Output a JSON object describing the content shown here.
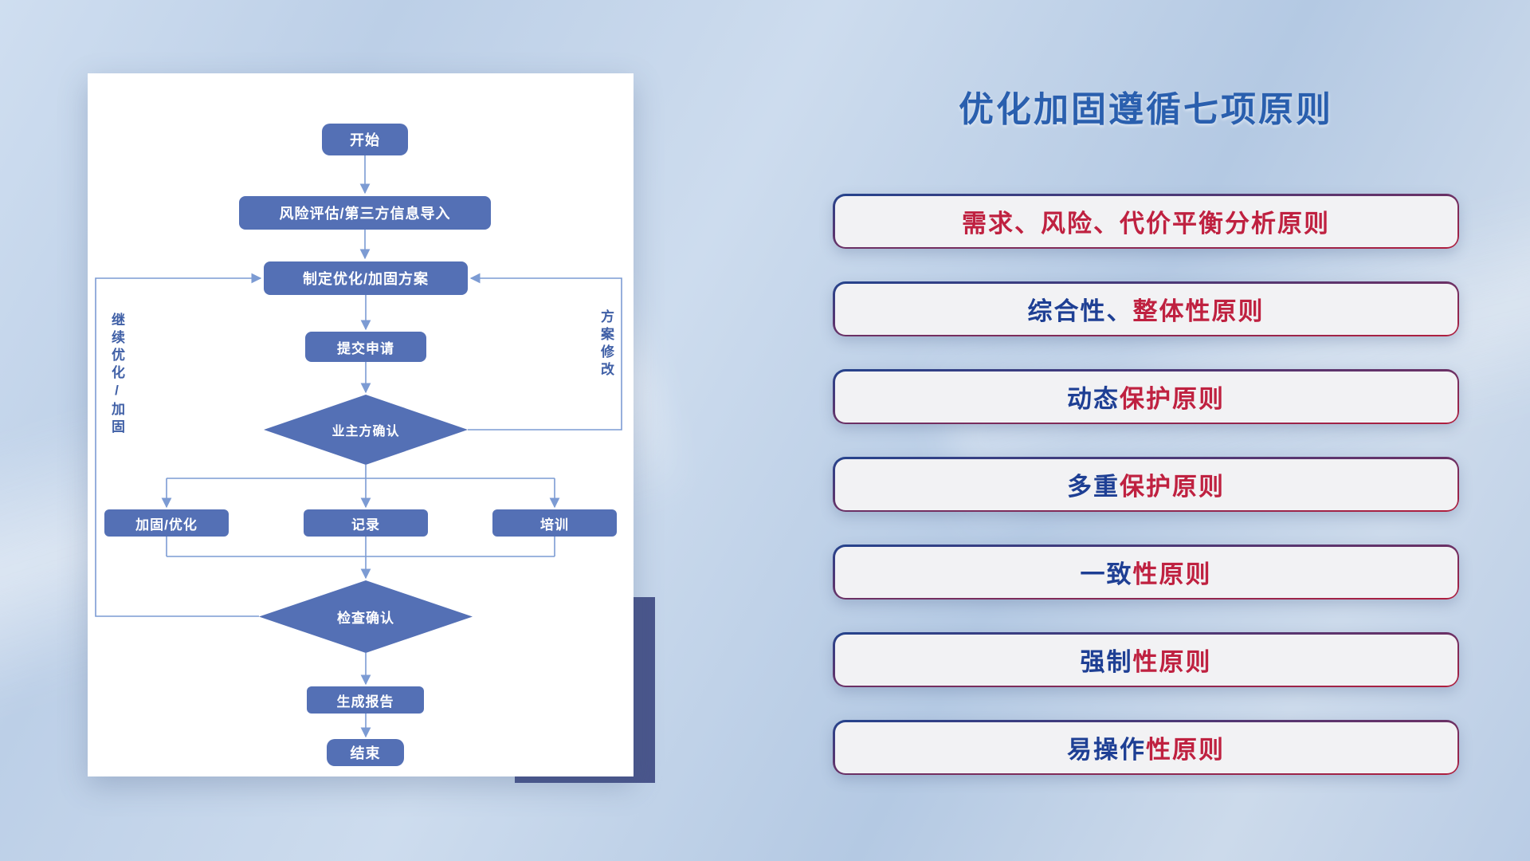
{
  "flowchart": {
    "nodes": [
      {
        "label": "开始"
      },
      {
        "label": "风险评估/第三方信息导入"
      },
      {
        "label": "制定优化/加固方案"
      },
      {
        "label": "提交申请"
      },
      {
        "label": "业主方确认"
      },
      {
        "label": "加固/优化"
      },
      {
        "label": "记录"
      },
      {
        "label": "培训"
      },
      {
        "label": "检查确认"
      },
      {
        "label": "生成报告"
      },
      {
        "label": "结束"
      }
    ],
    "edge_labels": {
      "continue_loop": "继续优化/加固",
      "revise_loop": "方案修改"
    }
  },
  "panel": {
    "title": "优化加固遵循七项原则",
    "items": [
      {
        "navy": "",
        "red": "需求、风险、代价平衡分析原则"
      },
      {
        "navy": "综合性、",
        "red": "整体性原则"
      },
      {
        "navy": "动态",
        "red": "保护原则"
      },
      {
        "navy": "多重",
        "red": "保护原则"
      },
      {
        "navy": "一致",
        "red": "性原则"
      },
      {
        "navy": "强制",
        "red": "性原则"
      },
      {
        "navy": "易操作",
        "red": "性原则"
      }
    ]
  },
  "colors": {
    "node_blue": "#5470b5",
    "line_blue": "#7c9bd3",
    "title_blue": "#2a5fae",
    "navy_text": "#1e3f94",
    "red_text": "#bf2140",
    "navy_border": "#24438d",
    "red_border": "#b01f3e",
    "accent_block": "#4a568c",
    "loop_label": "#3f5fa6"
  }
}
